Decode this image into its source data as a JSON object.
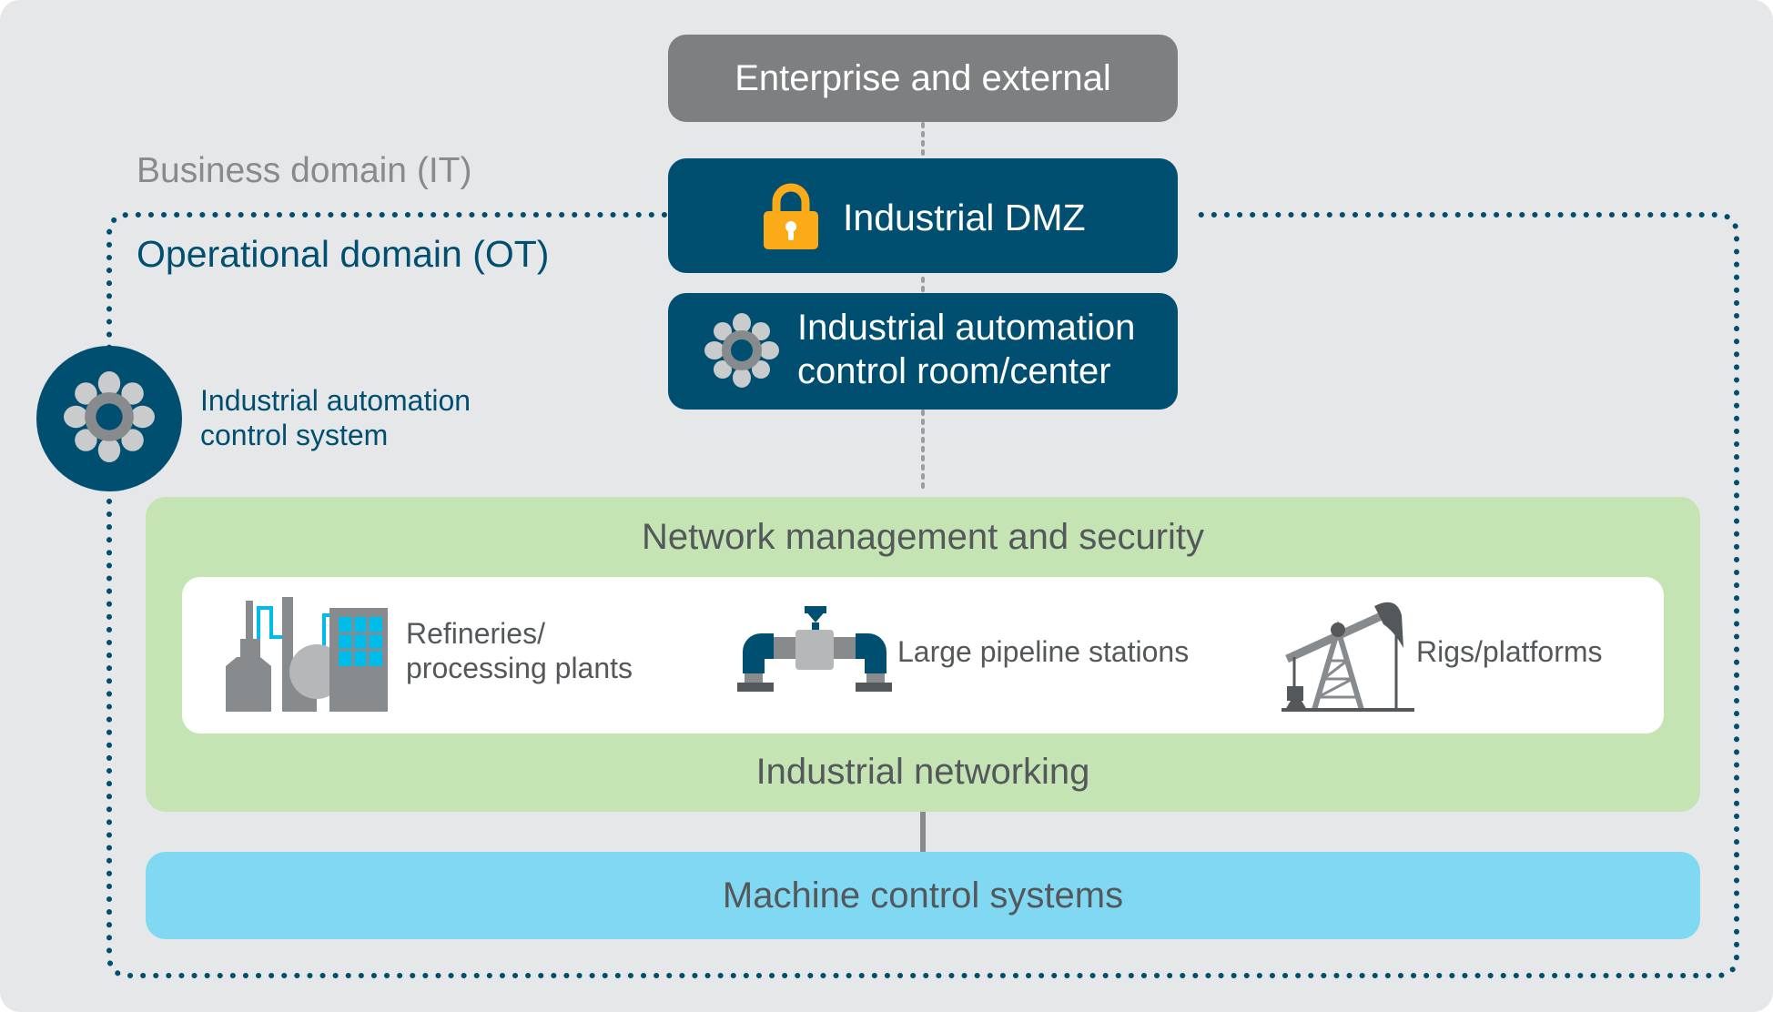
{
  "labels": {
    "business_domain": "Business domain (IT)",
    "operational_domain": "Operational domain (OT)",
    "iacs_line1": "Industrial automation",
    "iacs_line2": "control system"
  },
  "boxes": {
    "enterprise": "Enterprise and external",
    "dmz": "Industrial DMZ",
    "control_room_line1": "Industrial automation",
    "control_room_line2": "control room/center",
    "network_management": "Network management and security",
    "industrial_networking": "Industrial networking",
    "machine_control": "Machine control systems"
  },
  "sites": [
    {
      "line1": "Refineries/",
      "line2": "processing plants",
      "icon": "refinery-icon"
    },
    {
      "line1": "Large pipeline stations",
      "icon": "pipeline-icon"
    },
    {
      "line1": "Rigs/platforms",
      "icon": "oil-rig-icon"
    }
  ],
  "colors": {
    "background": "#e6e7e8",
    "enterprise_gray": "#7d7f81",
    "dmz_navy": "#004f71",
    "lock_orange": "#fbab18",
    "network_green": "#c4e4b4",
    "machine_cyan": "#81d8f2",
    "text_gray": "#54585a",
    "text_muted": "#888b8d"
  }
}
